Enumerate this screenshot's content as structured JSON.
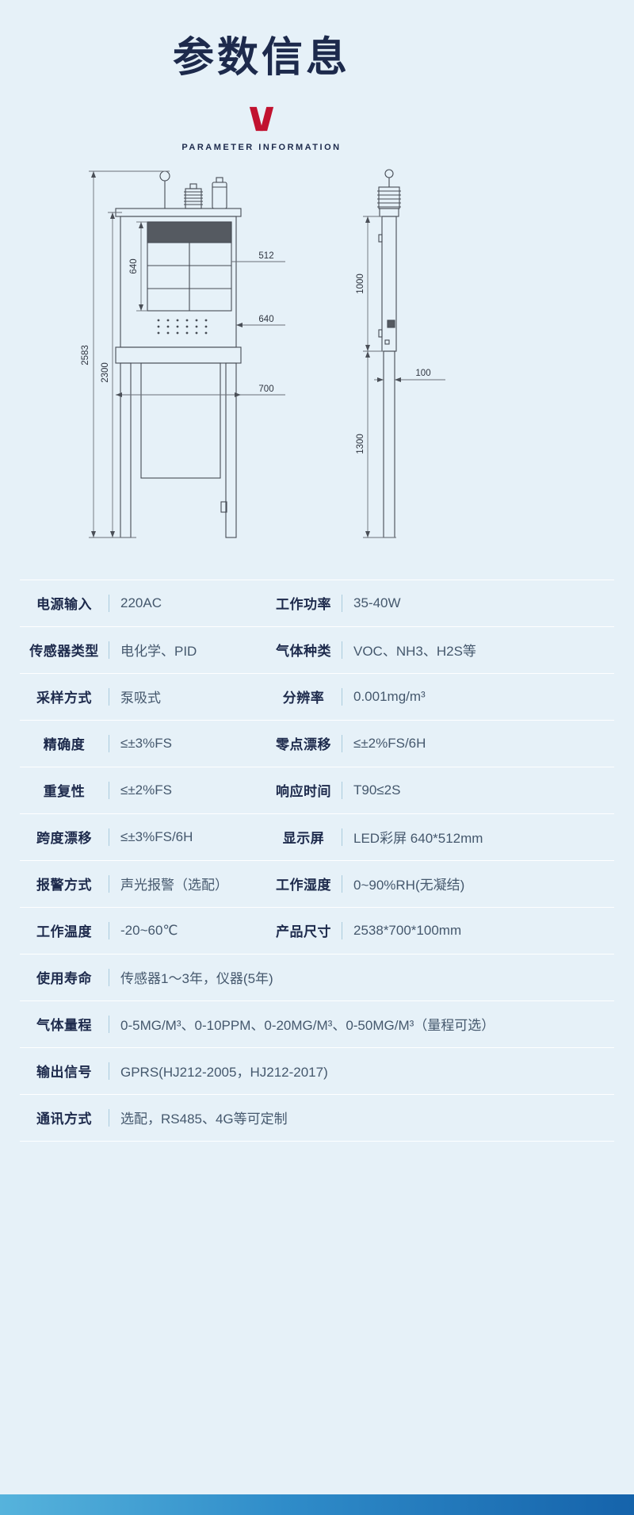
{
  "header": {
    "title": "参数信息",
    "subtitle": "PARAMETER INFORMATION"
  },
  "diagram": {
    "front_view": {
      "overall_height": "2583",
      "body_height": "2300",
      "screen_height": "640",
      "screen_width": "512",
      "cabinet_width": "640",
      "base_width": "700"
    },
    "side_view": {
      "upper_height": "1000",
      "lower_height": "1300",
      "depth": "100"
    }
  },
  "table": {
    "rows": [
      {
        "cells": [
          {
            "label": "电源输入",
            "value": "220AC"
          },
          {
            "label": "工作功率",
            "value": "35-40W"
          }
        ]
      },
      {
        "cells": [
          {
            "label": "传感器类型",
            "value": "电化学、PID"
          },
          {
            "label": "气体种类",
            "value": "VOC、NH3、H2S等"
          }
        ]
      },
      {
        "cells": [
          {
            "label": "采样方式",
            "value": "泵吸式"
          },
          {
            "label": "分辨率",
            "value": "0.001mg/m³"
          }
        ]
      },
      {
        "cells": [
          {
            "label": "精确度",
            "value": "≤±3%FS"
          },
          {
            "label": "零点漂移",
            "value": "≤±2%FS/6H"
          }
        ]
      },
      {
        "cells": [
          {
            "label": "重复性",
            "value": "≤±2%FS"
          },
          {
            "label": "响应时间",
            "value": "T90≤2S"
          }
        ]
      },
      {
        "cells": [
          {
            "label": "跨度漂移",
            "value": "≤±3%FS/6H"
          },
          {
            "label": "显示屏",
            "value": "LED彩屏 640*512mm"
          }
        ]
      },
      {
        "cells": [
          {
            "label": "报警方式",
            "value": "声光报警（选配）"
          },
          {
            "label": "工作湿度",
            "value": "0~90%RH(无凝结)"
          }
        ]
      },
      {
        "cells": [
          {
            "label": "工作温度",
            "value": "-20~60℃"
          },
          {
            "label": "产品尺寸",
            "value": "2538*700*100mm"
          }
        ]
      },
      {
        "cells": [
          {
            "label": "使用寿命",
            "value": "传感器1～3年，仪器(5年)"
          }
        ]
      },
      {
        "cells": [
          {
            "label": "气体量程",
            "value": "0-5MG/M³、0-10PPM、0-20MG/M³、0-50MG/M³（量程可选）"
          }
        ]
      },
      {
        "cells": [
          {
            "label": "输出信号",
            "value": "GPRS(HJ212-2005，HJ212-2017)"
          }
        ]
      },
      {
        "cells": [
          {
            "label": "通讯方式",
            "value": "选配，RS485、4G等可定制"
          }
        ]
      }
    ]
  },
  "colors": {
    "bg": "#e6f1f8",
    "navy": "#1d2a4c",
    "accent-red": "#c1122f",
    "value-text": "#45586d",
    "divider": "#a9cbdd",
    "bar-start": "#56b3dc",
    "bar-mid": "#2f8cc9",
    "bar-end": "#1563ab"
  }
}
